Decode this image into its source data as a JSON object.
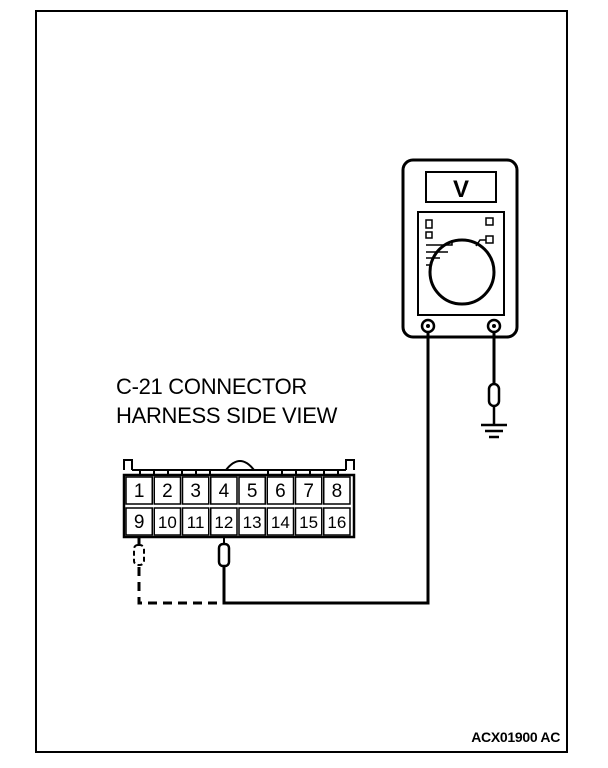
{
  "connector": {
    "title_line1": "C-21 CONNECTOR",
    "title_line2": "HARNESS SIDE VIEW",
    "pins_row1": [
      "1",
      "2",
      "3",
      "4",
      "5",
      "6",
      "7",
      "8"
    ],
    "pins_row2": [
      "9",
      "10",
      "11",
      "12",
      "13",
      "14",
      "15",
      "16"
    ]
  },
  "meter": {
    "display": "V"
  },
  "figure": {
    "code": "ACX01900 AC"
  }
}
